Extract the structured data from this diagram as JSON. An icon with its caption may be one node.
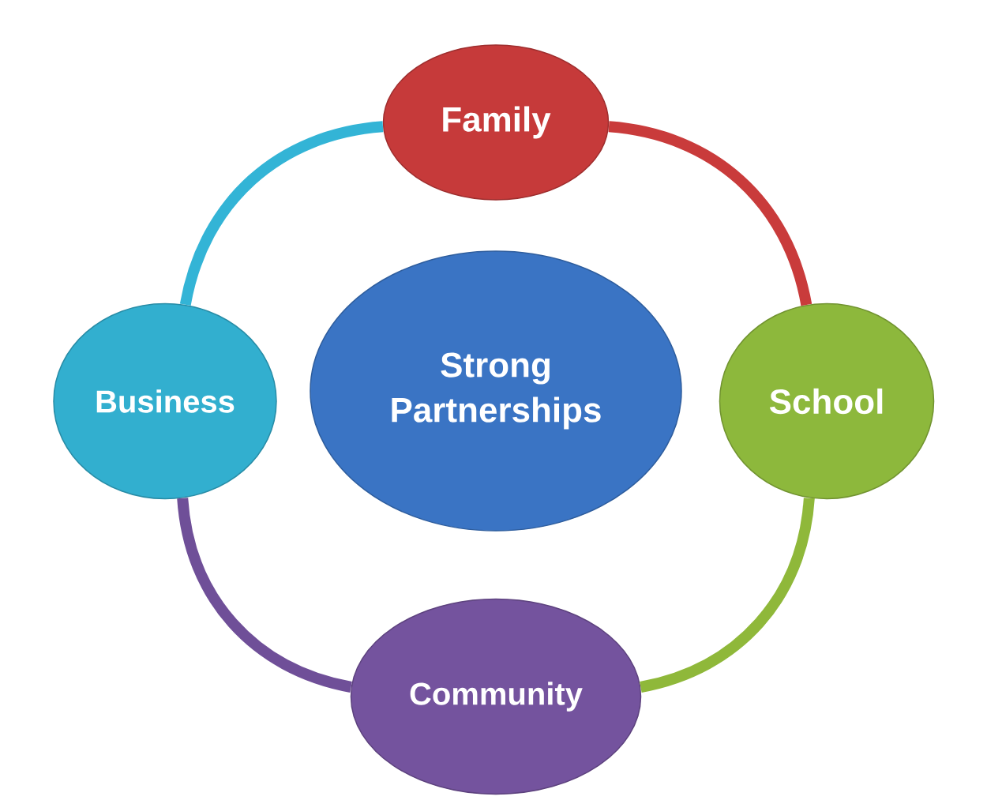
{
  "diagram": {
    "nodes": [
      {
        "text": [
          "Strong Partnerships"
        ]
      },
      {
        "text": [
          "Family"
        ]
      },
      {
        "text": [
          "School"
        ]
      },
      {
        "text": [
          "Community"
        ]
      },
      {
        "text": [
          "Business"
        ]
      }
    ],
    "edges": [
      {
        "from": 1,
        "to": 2,
        "arrow": "none",
        "color": "#c93b3b"
      },
      {
        "from": 2,
        "to": 3,
        "arrow": "none",
        "color": "#8fb83a"
      },
      {
        "from": 3,
        "to": 4,
        "arrow": "none",
        "color": "#6f4f98"
      },
      {
        "from": 4,
        "to": 1,
        "arrow": "none",
        "color": "#33b4d6"
      }
    ]
  }
}
